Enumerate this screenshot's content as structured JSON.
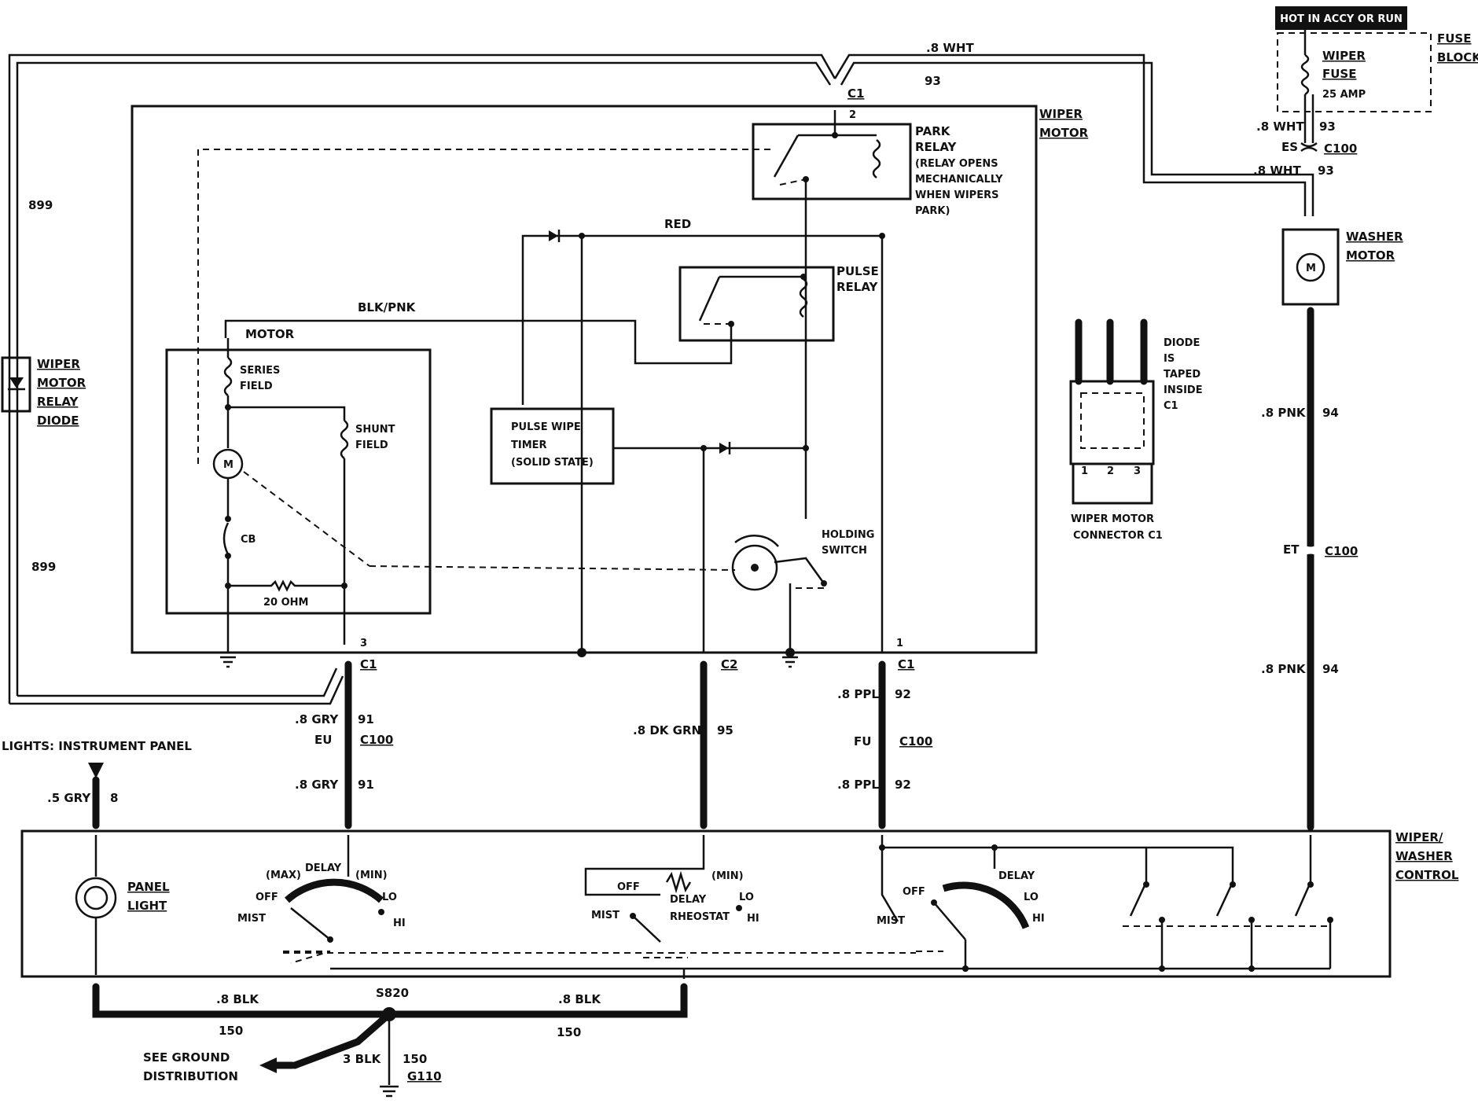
{
  "labels": {
    "hot_in_accy": "HOT IN ACCY OR RUN",
    "fuse_block_1": "FUSE",
    "fuse_block_2": "BLOCK",
    "wiper_fuse_1": "WIPER",
    "wiper_fuse_2": "FUSE",
    "wiper_fuse_amp": "25 AMP",
    "wht_top": ".8 WHT",
    "n93_top": "93",
    "c1_top": "C1",
    "pin2": "2",
    "wiper_motor_1": "WIPER",
    "wiper_motor_2": "MOTOR",
    "park_relay_1": "PARK",
    "park_relay_2": "RELAY",
    "park_relay_3": "(RELAY OPENS",
    "park_relay_4": "MECHANICALLY",
    "park_relay_5": "WHEN WIPERS",
    "park_relay_6": "PARK)",
    "red": "RED",
    "pulse_relay_1": "PULSE",
    "pulse_relay_2": "RELAY",
    "blk_pnk": "BLK/PNK",
    "motor": "MOTOR",
    "series_field_1": "SERIES",
    "series_field_2": "FIELD",
    "shunt_field_1": "SHUNT",
    "shunt_field_2": "FIELD",
    "motor_m": "M",
    "cb": "CB",
    "ohm": "20 OHM",
    "pulse_timer_1": "PULSE WIPE",
    "pulse_timer_2": "TIMER",
    "pulse_timer_3": "(SOLID STATE)",
    "holding_1": "HOLDING",
    "holding_2": "SWITCH",
    "n899_a": "899",
    "n899_b": "899",
    "relay_diode_1": "WIPER",
    "relay_diode_2": "MOTOR",
    "relay_diode_3": "RELAY",
    "relay_diode_4": "DIODE",
    "pin3": "3",
    "c1_left": "C1",
    "c2": "C2",
    "pin1": "1",
    "c1_right": "C1",
    "gry_a": ".8 GRY",
    "n91_a": "91",
    "eu": "EU",
    "c100_a": "C100",
    "gry_b": ".8 GRY",
    "n91_b": "91",
    "dkgrn": ".8 DK GRN",
    "n95": "95",
    "ppl_a": ".8 PPL",
    "n92_a": "92",
    "fu": "FU",
    "c100_b": "C100",
    "ppl_b": ".8 PPL",
    "n92_b": "92",
    "lights_ip": "LIGHTS: INSTRUMENT PANEL",
    "gry5": ".5 GRY",
    "n8": "8",
    "wht_fuse": ".8 WHT",
    "n93_fuse": "93",
    "es": "ES",
    "c100_es": "C100",
    "wht_washer": ".8 WHT",
    "n93_washer": "93",
    "washer_motor_1": "WASHER",
    "washer_motor_2": "MOTOR",
    "washer_m": "M",
    "diode_taped_1": "DIODE",
    "diode_taped_2": "IS",
    "diode_taped_3": "TAPED",
    "diode_taped_4": "INSIDE",
    "diode_taped_5": "C1",
    "conn_pin1": "1",
    "conn_pin2": "2",
    "conn_pin3": "3",
    "connector_1": "WIPER MOTOR",
    "connector_2": "CONNECTOR C1",
    "pnk_a": ".8 PNK",
    "n94_a": "94",
    "et": "ET",
    "c100_et": "C100",
    "pnk_b": ".8 PNK",
    "n94_b": "94",
    "control_1": "WIPER/",
    "control_2": "WASHER",
    "control_3": "CONTROL",
    "panel_light_1": "PANEL",
    "panel_light_2": "LIGHT",
    "sw1_max": "(MAX)",
    "sw1_delay": "DELAY",
    "sw1_min": "(MIN)",
    "sw1_off": "OFF",
    "sw1_lo": "LO",
    "sw1_mist": "MIST",
    "sw1_hi": "HI",
    "sw2_off": "OFF",
    "sw2_min": "(MIN)",
    "sw2_delay": "DELAY",
    "sw2_lo": "LO",
    "sw2_mist": "MIST",
    "sw2_rheostat": "RHEOSTAT",
    "sw2_hi": "HI",
    "sw3_off": "OFF",
    "sw3_delay": "DELAY",
    "sw3_lo": "LO",
    "sw3_mist": "MIST",
    "sw3_hi": "HI",
    "blk_left": ".8 BLK",
    "s820": "S820",
    "blk_right": ".8 BLK",
    "n150_left": "150",
    "n150_right": "150",
    "see_ground_1": "SEE GROUND",
    "see_ground_2": "DISTRIBUTION",
    "blk3": "3 BLK",
    "n150_g": "150",
    "g110": "G110"
  }
}
